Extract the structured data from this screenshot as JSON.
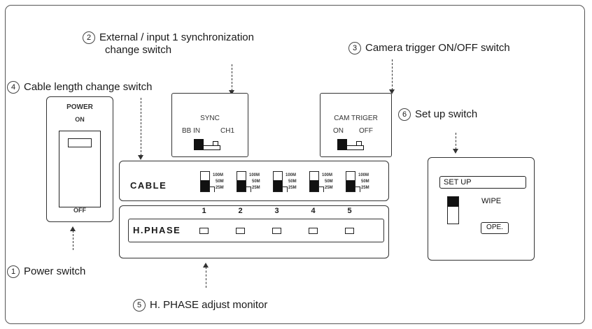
{
  "callouts": {
    "power": {
      "number": "1",
      "label": "Power switch"
    },
    "sync": {
      "number": "2",
      "label_line1": "External / input 1 synchronization",
      "label_line2": "change switch"
    },
    "cam_trigger": {
      "number": "3",
      "label": "Camera trigger ON/OFF switch"
    },
    "cable_length": {
      "number": "4",
      "label": "Cable length change switch"
    },
    "hphase_monitor": {
      "number": "5",
      "label": "H. PHASE adjust monitor"
    },
    "setup": {
      "number": "6",
      "label": "Set up switch"
    }
  },
  "power_panel": {
    "title": "POWER",
    "on": "ON",
    "off": "OFF"
  },
  "sync_panel": {
    "title": "SYNC",
    "left": "BB IN",
    "right": "CH1"
  },
  "cam_panel": {
    "title": "CAM TRIGER",
    "left": "ON",
    "right": "OFF"
  },
  "cable_panel": {
    "title": "CABLE",
    "switches": [
      {
        "options": [
          "100M",
          "50M",
          "25M"
        ]
      },
      {
        "options": [
          "100M",
          "50M",
          "25M"
        ]
      },
      {
        "options": [
          "100M",
          "50M",
          "25M"
        ]
      },
      {
        "options": [
          "100M",
          "50M",
          "25M"
        ]
      },
      {
        "options": [
          "100M",
          "50M",
          "25M"
        ]
      }
    ]
  },
  "hphase_panel": {
    "title": "H.PHASE",
    "channels": [
      "1",
      "2",
      "3",
      "4",
      "5"
    ]
  },
  "setup_panel": {
    "title": "SET UP",
    "wipe": "WIPE",
    "ope": "OPE."
  }
}
